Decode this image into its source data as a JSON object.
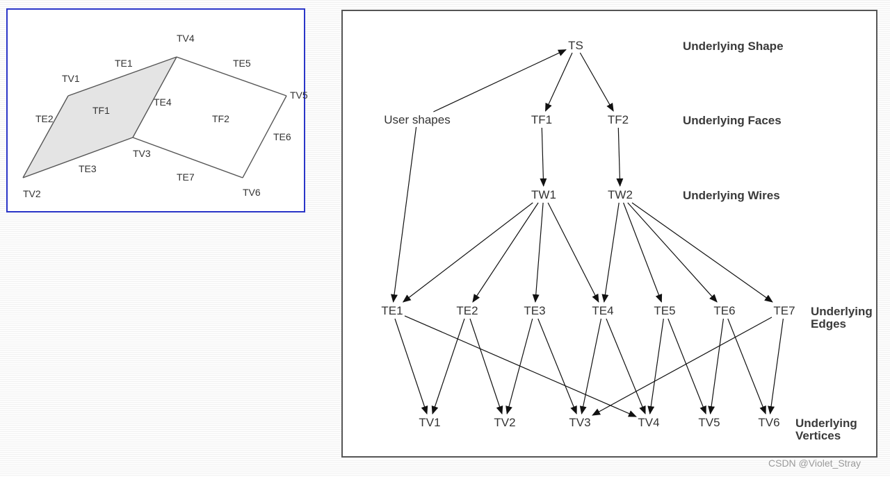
{
  "geometry_figure": {
    "vertices": [
      "TV1",
      "TV2",
      "TV3",
      "TV4",
      "TV5",
      "TV6"
    ],
    "edges": [
      "TE1",
      "TE2",
      "TE3",
      "TE4",
      "TE5",
      "TE6",
      "TE7"
    ],
    "faces": [
      "TF1",
      "TF2"
    ],
    "colors": {
      "border": "#2a35c8",
      "face_fill": "#e4e4e4",
      "edge": "#555555"
    }
  },
  "topology_diagram": {
    "nodes": {
      "TS": "TS",
      "USER": "User shapes",
      "TF1": "TF1",
      "TF2": "TF2",
      "TW1": "TW1",
      "TW2": "TW2",
      "TE1": "TE1",
      "TE2": "TE2",
      "TE3": "TE3",
      "TE4": "TE4",
      "TE5": "TE5",
      "TE6": "TE6",
      "TE7": "TE7",
      "TV1": "TV1",
      "TV2": "TV2",
      "TV3": "TV3",
      "TV4": "TV4",
      "TV5": "TV5",
      "TV6": "TV6"
    },
    "levels": {
      "shape": "Underlying Shape",
      "faces": "Underlying Faces",
      "wires": "Underlying Wires",
      "edges_1": "Underlying",
      "edges_2": "Edges",
      "vertices_1": "Underlying",
      "vertices_2": "Vertices"
    },
    "links": [
      [
        "USER",
        "TS"
      ],
      [
        "TS",
        "TF1"
      ],
      [
        "TS",
        "TF2"
      ],
      [
        "USER",
        "TE1"
      ],
      [
        "TF1",
        "TW1"
      ],
      [
        "TF2",
        "TW2"
      ],
      [
        "TW1",
        "TE1"
      ],
      [
        "TW1",
        "TE2"
      ],
      [
        "TW1",
        "TE3"
      ],
      [
        "TW1",
        "TE4"
      ],
      [
        "TW2",
        "TE4"
      ],
      [
        "TW2",
        "TE5"
      ],
      [
        "TW2",
        "TE6"
      ],
      [
        "TW2",
        "TE7"
      ],
      [
        "TE1",
        "TV1"
      ],
      [
        "TE1",
        "TV4"
      ],
      [
        "TE2",
        "TV1"
      ],
      [
        "TE2",
        "TV2"
      ],
      [
        "TE3",
        "TV2"
      ],
      [
        "TE3",
        "TV3"
      ],
      [
        "TE4",
        "TV3"
      ],
      [
        "TE4",
        "TV4"
      ],
      [
        "TE5",
        "TV4"
      ],
      [
        "TE5",
        "TV5"
      ],
      [
        "TE6",
        "TV5"
      ],
      [
        "TE6",
        "TV6"
      ],
      [
        "TE7",
        "TV3"
      ],
      [
        "TE7",
        "TV6"
      ]
    ],
    "colors": {
      "border": "#555555",
      "arrow": "#111111"
    }
  },
  "watermark": "CSDN @Violet_Stray"
}
